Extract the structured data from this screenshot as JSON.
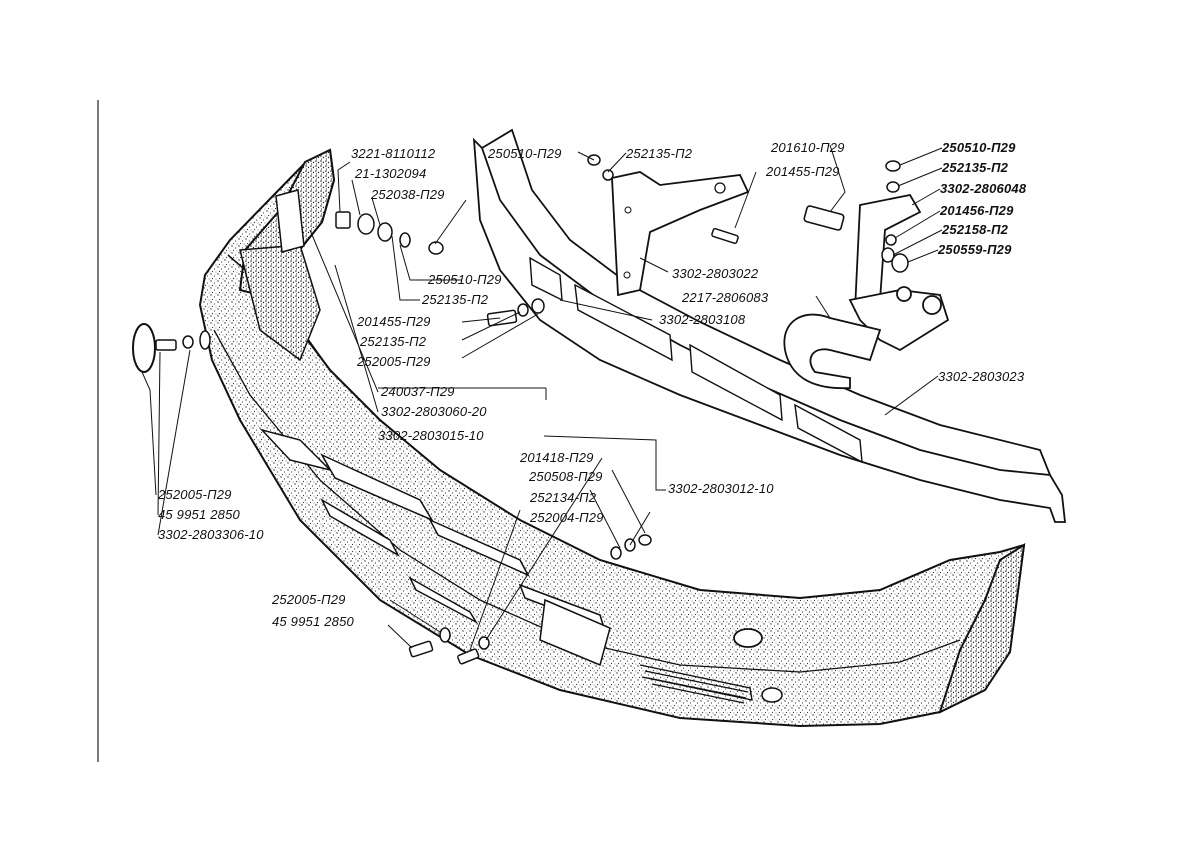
{
  "diagram": {
    "labels": {
      "l01": "3221-8110112",
      "l02": "21-1302094",
      "l03": "252038-П29",
      "l04": "250510-П29",
      "l05": "252135-П2",
      "l06": "201455-П29",
      "l07": "252135-П2",
      "l08": "252005-П29",
      "l09": "240037-П29",
      "l10": "3302-2803060-20",
      "l11": "3302-2803015-10",
      "l12": "250510-П29",
      "l13": "252135-П2",
      "l14": "3302-2803022",
      "l15": "2217-2806083",
      "l16": "3302-2803108",
      "l17": "201610-П29",
      "l18": "201455-П29",
      "l19": "250510-П29",
      "l20": "252135-П2",
      "l21": "3302-2806048",
      "l22": "201456-П29",
      "l23": "252158-П2",
      "l24": "250559-П29",
      "l25": "3302-2803023",
      "l26": "201418-П29",
      "l27": "250508-П29",
      "l28": "252134-П2",
      "l29": "252004-П29",
      "l30": "3302-2803012-10",
      "l31": "252005-П29",
      "l32": "45 9951 2850",
      "l33": "3302-2803306-10",
      "l34": "252005-П29",
      "l35": "45 9951 2850"
    }
  }
}
